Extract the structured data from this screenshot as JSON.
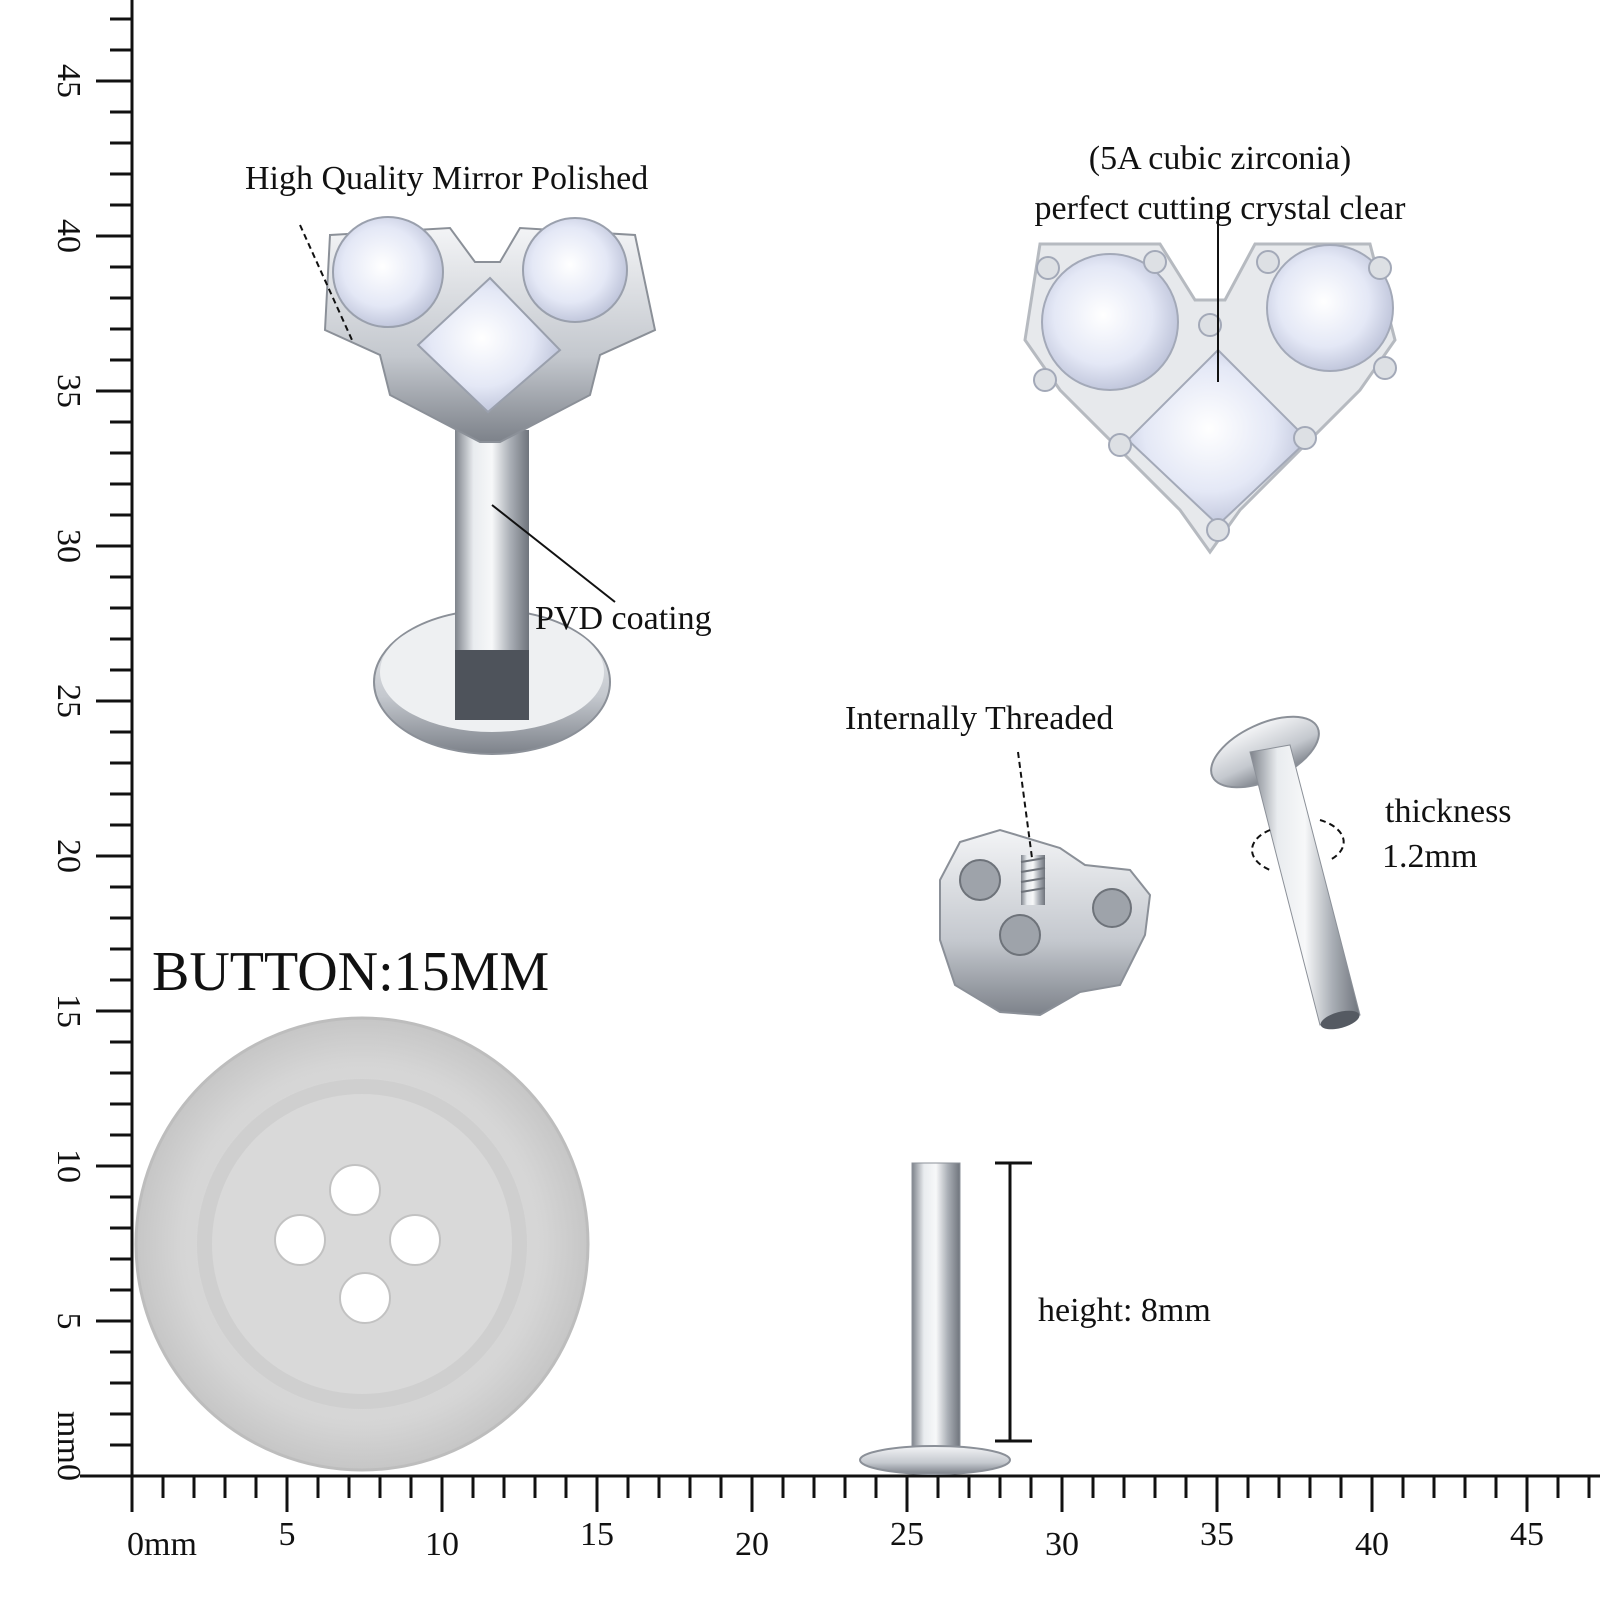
{
  "image": {
    "labels": {
      "mirror_polished": "High Quality Mirror Polished",
      "cz_line1": "(5A cubic zirconia)",
      "cz_line2": "perfect cutting crystal clear",
      "pvd": "PVD coating",
      "internally_threaded": "Internally Threaded",
      "thickness_line1": "thickness",
      "thickness_line2": "1.2mm",
      "height": "height: 8mm",
      "button": "BUTTON:15MM"
    },
    "ruler": {
      "x_ticks": [
        "0mm",
        "5",
        "10",
        "15",
        "20",
        "25",
        "30",
        "35",
        "40",
        "45"
      ],
      "y_ticks": [
        "mm0",
        "5",
        "10",
        "15",
        "20",
        "25",
        "30",
        "35",
        "40",
        "45"
      ]
    },
    "colors": {
      "metal": "#c8ccd2",
      "metal_dark": "#8b9098",
      "gem": "#e3e7f5",
      "button": "#d4d4d4",
      "ink": "#111111"
    }
  }
}
